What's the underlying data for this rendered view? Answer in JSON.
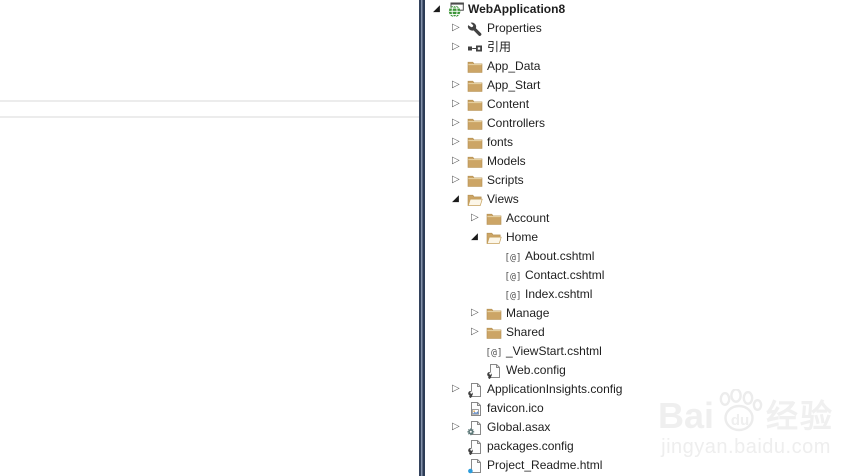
{
  "solution_explorer": {
    "items": [
      {
        "label": "WebApplication8",
        "level": 0,
        "state": "expanded",
        "icon": "web-project-icon",
        "bold": true
      },
      {
        "label": "Properties",
        "level": 1,
        "state": "collapsed",
        "icon": "properties-wrench-icon"
      },
      {
        "label": "引用",
        "level": 1,
        "state": "collapsed",
        "icon": "references-icon"
      },
      {
        "label": "App_Data",
        "level": 1,
        "state": "leaf",
        "icon": "folder-icon"
      },
      {
        "label": "App_Start",
        "level": 1,
        "state": "collapsed",
        "icon": "folder-icon"
      },
      {
        "label": "Content",
        "level": 1,
        "state": "collapsed",
        "icon": "folder-icon"
      },
      {
        "label": "Controllers",
        "level": 1,
        "state": "collapsed",
        "icon": "folder-icon"
      },
      {
        "label": "fonts",
        "level": 1,
        "state": "collapsed",
        "icon": "folder-icon"
      },
      {
        "label": "Models",
        "level": 1,
        "state": "collapsed",
        "icon": "folder-icon"
      },
      {
        "label": "Scripts",
        "level": 1,
        "state": "collapsed",
        "icon": "folder-icon"
      },
      {
        "label": "Views",
        "level": 1,
        "state": "expanded",
        "icon": "folder-open-icon"
      },
      {
        "label": "Account",
        "level": 2,
        "state": "collapsed",
        "icon": "folder-icon"
      },
      {
        "label": "Home",
        "level": 2,
        "state": "expanded",
        "icon": "folder-open-icon"
      },
      {
        "label": "About.cshtml",
        "level": 3,
        "state": "leaf",
        "icon": "razor-view-icon"
      },
      {
        "label": "Contact.cshtml",
        "level": 3,
        "state": "leaf",
        "icon": "razor-view-icon"
      },
      {
        "label": "Index.cshtml",
        "level": 3,
        "state": "leaf",
        "icon": "razor-view-icon"
      },
      {
        "label": "Manage",
        "level": 2,
        "state": "collapsed",
        "icon": "folder-icon"
      },
      {
        "label": "Shared",
        "level": 2,
        "state": "collapsed",
        "icon": "folder-icon"
      },
      {
        "label": "_ViewStart.cshtml",
        "level": 2,
        "state": "leaf",
        "icon": "razor-view-icon"
      },
      {
        "label": "Web.config",
        "level": 2,
        "state": "leaf",
        "icon": "config-file-icon"
      },
      {
        "label": "ApplicationInsights.config",
        "level": 1,
        "state": "collapsed",
        "icon": "config-file-icon"
      },
      {
        "label": "favicon.ico",
        "level": 1,
        "state": "leaf",
        "icon": "favicon-icon"
      },
      {
        "label": "Global.asax",
        "level": 1,
        "state": "collapsed",
        "icon": "global-asax-icon"
      },
      {
        "label": "packages.config",
        "level": 1,
        "state": "leaf",
        "icon": "config-file-icon"
      },
      {
        "label": "Project_Readme.html",
        "level": 1,
        "state": "leaf",
        "icon": "html-file-icon"
      }
    ]
  },
  "watermark": {
    "bai": "Bai",
    "du": "du",
    "suffix": "经验",
    "url": "jingyan.baidu.com"
  },
  "colors": {
    "splitter_dark": "#2C3B55",
    "splitter_light": "#8492AA",
    "folder": "#CCA566",
    "text": "#1E1E1E",
    "divider_line": "#ECECEC",
    "watermark": "#EDEDED"
  }
}
